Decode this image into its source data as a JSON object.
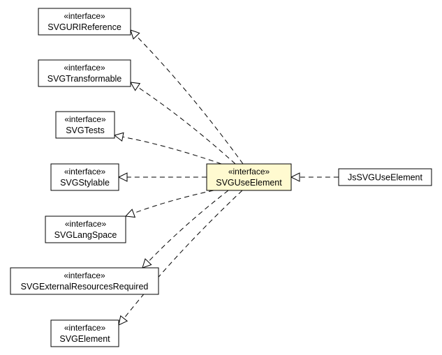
{
  "stereotype": "«interface»",
  "colors": {
    "background": "#ffffff",
    "box_fill": "#ffffff",
    "focus_fill": "#fffad0",
    "border": "#000000",
    "edge": "#000000"
  },
  "nodes": [
    {
      "id": "svguri",
      "stereotype": "«interface»",
      "name": "SVGURIReference"
    },
    {
      "id": "svgtrans",
      "stereotype": "«interface»",
      "name": "SVGTransformable"
    },
    {
      "id": "svgtests",
      "stereotype": "«interface»",
      "name": "SVGTests"
    },
    {
      "id": "svgstyl",
      "stereotype": "«interface»",
      "name": "SVGStylable"
    },
    {
      "id": "svglang",
      "stereotype": "«interface»",
      "name": "SVGLangSpace"
    },
    {
      "id": "svgext",
      "stereotype": "«interface»",
      "name": "SVGExternalResourcesRequired"
    },
    {
      "id": "svgel",
      "stereotype": "«interface»",
      "name": "SVGElement"
    },
    {
      "id": "svguse",
      "stereotype": "«interface»",
      "name": "SVGUseElement",
      "focus": true
    },
    {
      "id": "jsuse",
      "stereotype": "",
      "name": "JsSVGUseElement"
    }
  ],
  "edges": [
    {
      "from": "svguse",
      "to": "svguri",
      "kind": "realization"
    },
    {
      "from": "svguse",
      "to": "svgtrans",
      "kind": "realization"
    },
    {
      "from": "svguse",
      "to": "svgtests",
      "kind": "realization"
    },
    {
      "from": "svguse",
      "to": "svgstyl",
      "kind": "realization"
    },
    {
      "from": "svguse",
      "to": "svglang",
      "kind": "realization"
    },
    {
      "from": "svguse",
      "to": "svgext",
      "kind": "realization"
    },
    {
      "from": "svguse",
      "to": "svgel",
      "kind": "realization"
    },
    {
      "from": "jsuse",
      "to": "svguse",
      "kind": "realization"
    }
  ]
}
